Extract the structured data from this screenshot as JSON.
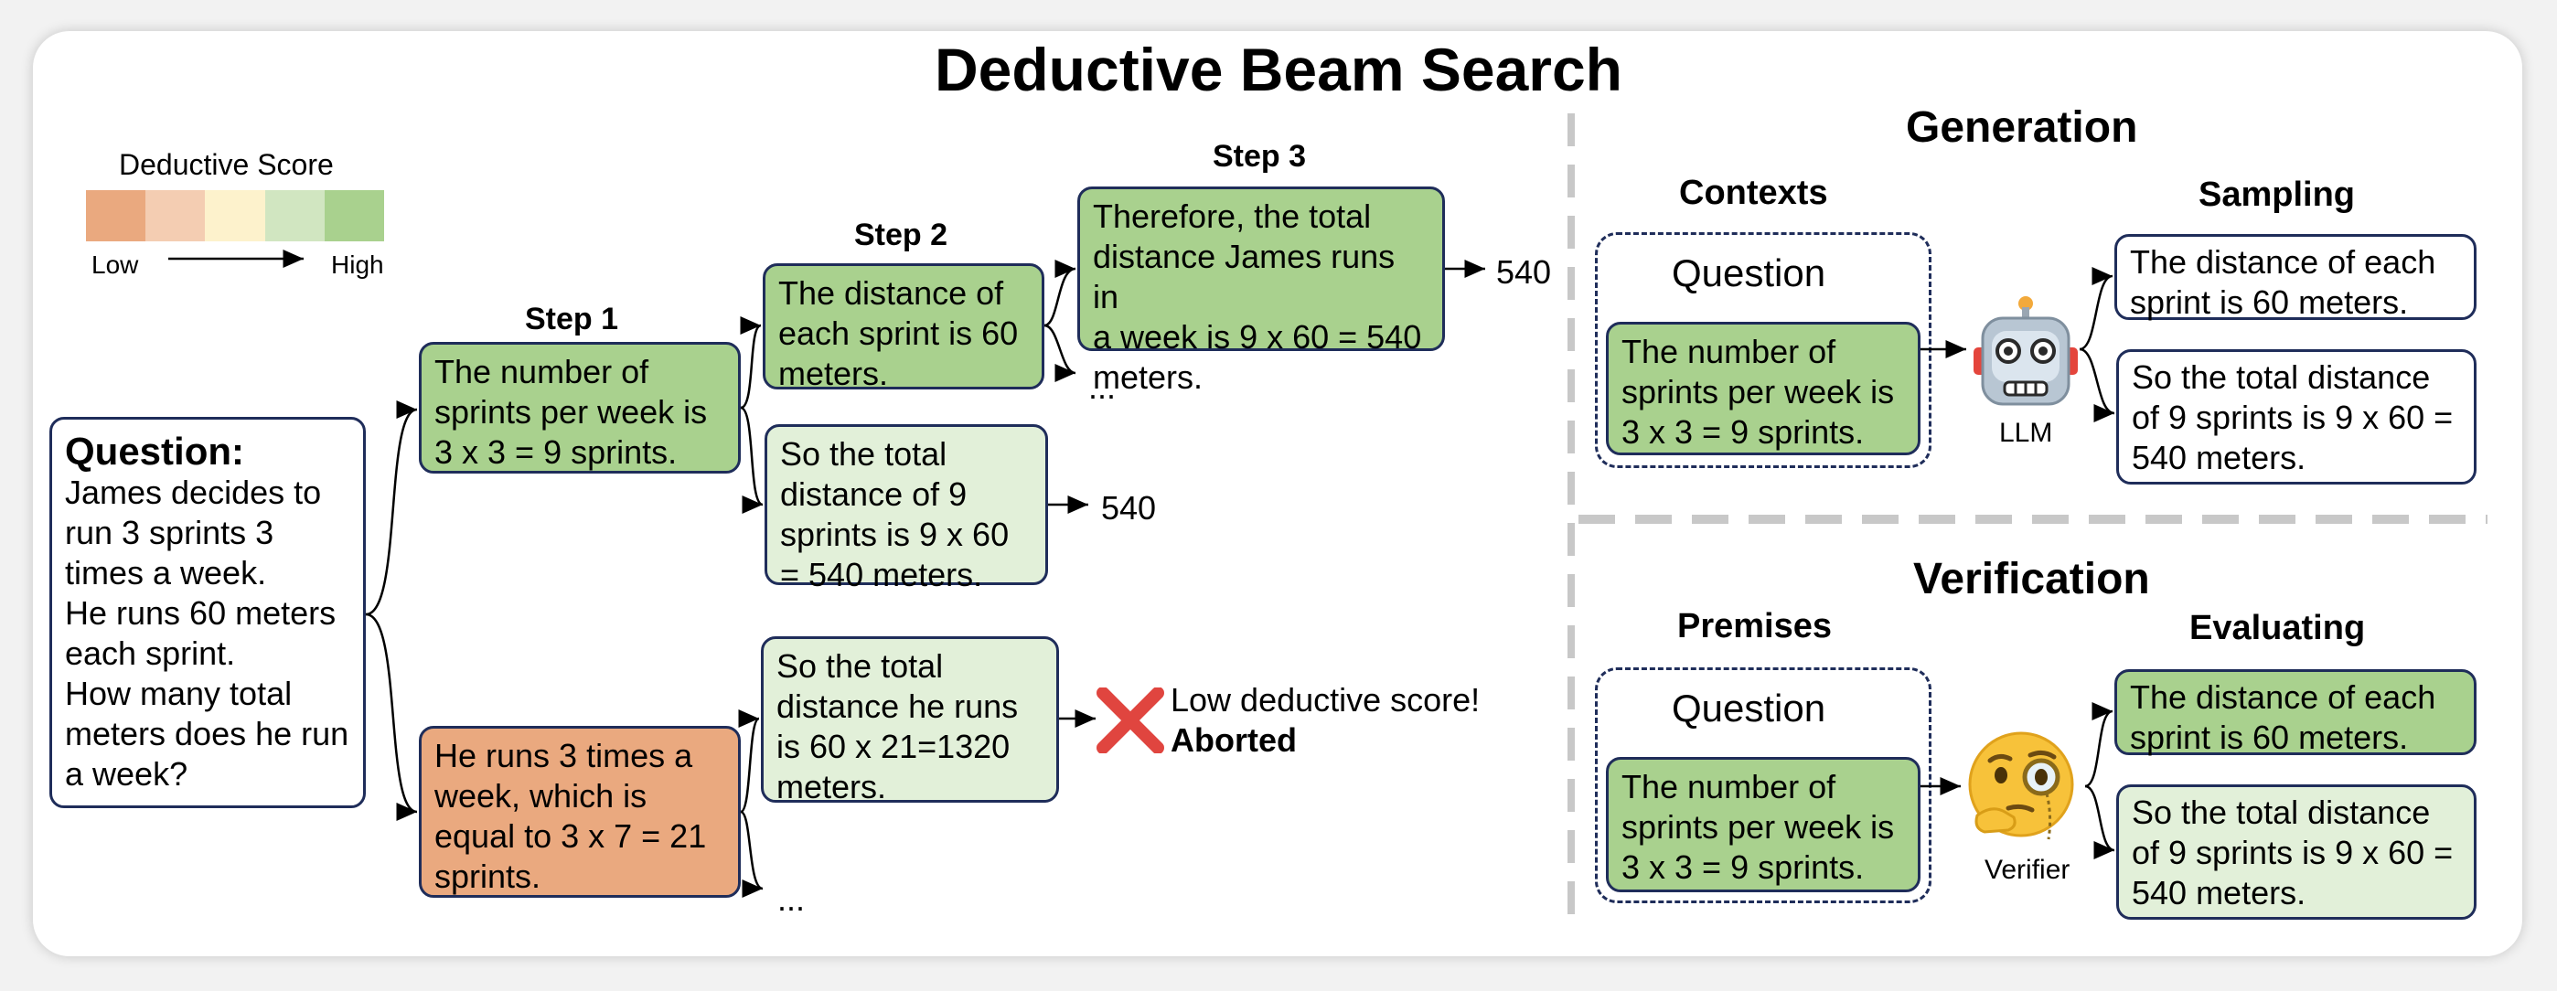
{
  "title": "Deductive Beam Search",
  "legend": {
    "title": "Deductive Score",
    "low": "Low",
    "high": "High",
    "colors": [
      "#eaa97f",
      "#f4cdb2",
      "#fdf2cc",
      "#d1e6c1",
      "#a9d18e"
    ]
  },
  "question": {
    "label": "Question:",
    "lines": [
      "James decides to",
      "run 3 sprints 3",
      "times a week.",
      "He runs 60 meters",
      "each sprint.",
      "How many total",
      "meters does he run",
      "a week?"
    ]
  },
  "steps": {
    "step1": "Step 1",
    "step2": "Step 2",
    "step3": "Step 3"
  },
  "nodes": {
    "s1_top": [
      "The number of",
      "sprints per week is",
      "3 x 3 = 9 sprints."
    ],
    "s1_bottom": [
      "He runs 3 times a",
      "week, which is",
      "equal to 3 x 7 = 21",
      "sprints."
    ],
    "s2_a": [
      "The distance of",
      "each sprint is 60",
      "meters."
    ],
    "s2_b": [
      "So the total",
      "distance of 9",
      "sprints is 9 x 60",
      "= 540 meters."
    ],
    "s2_c": [
      "So the total",
      "distance he runs",
      "is 60 x 21=1320",
      "meters."
    ],
    "s3_a": [
      "Therefore, the total",
      "distance James runs in",
      "a week is 9 x 60 = 540",
      "meters."
    ]
  },
  "outputs": {
    "out1": "540",
    "out2": "540",
    "ellipsis": "..."
  },
  "aborted": {
    "line1": "Low deductive score!",
    "line2": "Aborted"
  },
  "generation": {
    "title": "Generation",
    "contexts_label": "Contexts",
    "sampling_label": "Sampling",
    "question": "Question",
    "context_lines": [
      "The number of",
      "sprints per week is",
      "3 x 3 = 9 sprints."
    ],
    "model_label": "LLM",
    "samples": [
      [
        "The distance of each",
        "sprint is 60 meters."
      ],
      [
        "So the total distance",
        "of 9 sprints is 9 x 60 =",
        "540 meters."
      ]
    ]
  },
  "verification": {
    "title": "Verification",
    "premises_label": "Premises",
    "evaluating_label": "Evaluating",
    "question": "Question",
    "premise_lines": [
      "The number of",
      "sprints per week is",
      "3 x 3 = 9 sprints."
    ],
    "verifier_label": "Verifier",
    "evaluated": [
      [
        "The distance of each",
        "sprint is 60 meters."
      ],
      [
        "So the total distance",
        "of 9 sprints is 9 x 60 =",
        "540 meters."
      ]
    ]
  }
}
